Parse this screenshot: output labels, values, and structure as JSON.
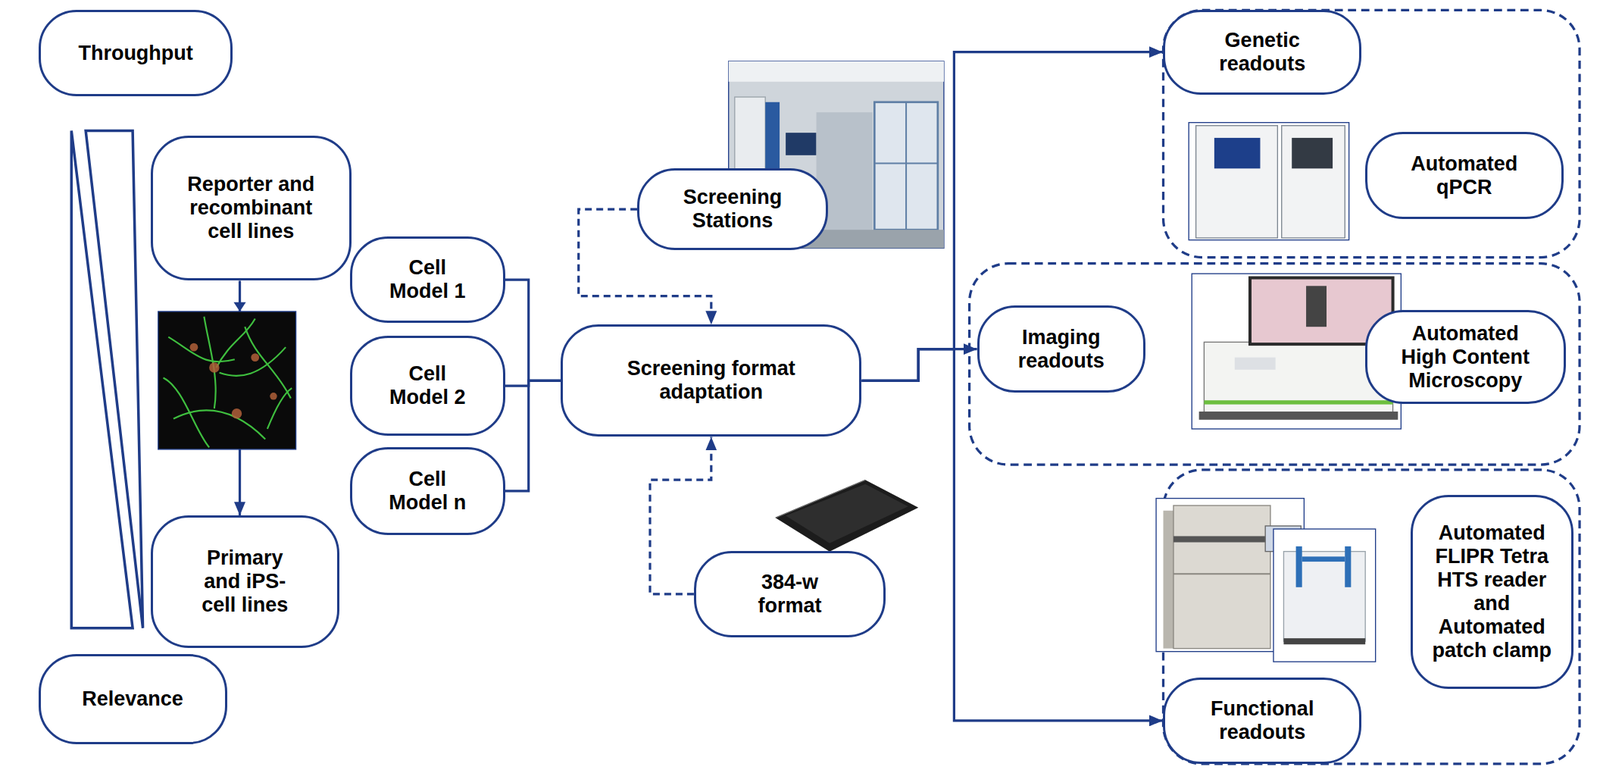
{
  "diagram": {
    "nodes": [
      {
        "text": [
          "Throughput"
        ]
      },
      {
        "text": [
          "Reporter and recombinant cell lines"
        ]
      },
      {
        "text": [
          "Primary and iPS- cell lines"
        ]
      },
      {
        "text": [
          "Relevance"
        ]
      },
      {
        "text": [
          "Cell Model 1"
        ]
      },
      {
        "text": [
          "Cell Model 2"
        ]
      },
      {
        "text": [
          "Cell Model n"
        ]
      },
      {
        "text": [
          "Screening Stations"
        ]
      },
      {
        "text": [
          "Screening format adaptation"
        ]
      },
      {
        "text": [
          "384-w format"
        ]
      },
      {
        "text": [
          "Genetic readouts"
        ]
      },
      {
        "text": [
          "Automated qPCR"
        ]
      },
      {
        "text": [
          "Imaging readouts"
        ]
      },
      {
        "text": [
          "Automated High Content Microscopy"
        ]
      },
      {
        "text": [
          "Automated FLIPR Tetra HTS reader and Automated patch clamp"
        ]
      },
      {
        "text": [
          "Functional readouts"
        ]
      }
    ],
    "edges": [
      {
        "from": 1,
        "to": 2,
        "arrow": "to"
      },
      {
        "from": 4,
        "to": 8,
        "arrow": "none"
      },
      {
        "from": 5,
        "to": 8,
        "arrow": "none"
      },
      {
        "from": 6,
        "to": 8,
        "arrow": "none"
      },
      {
        "from": 7,
        "to": 8,
        "arrow": "to"
      },
      {
        "from": 9,
        "to": 8,
        "arrow": "to"
      },
      {
        "from": 8,
        "to": 10,
        "arrow": "to"
      },
      {
        "from": 8,
        "to": 12,
        "arrow": "to"
      },
      {
        "from": 8,
        "to": 15,
        "arrow": "to"
      }
    ]
  }
}
